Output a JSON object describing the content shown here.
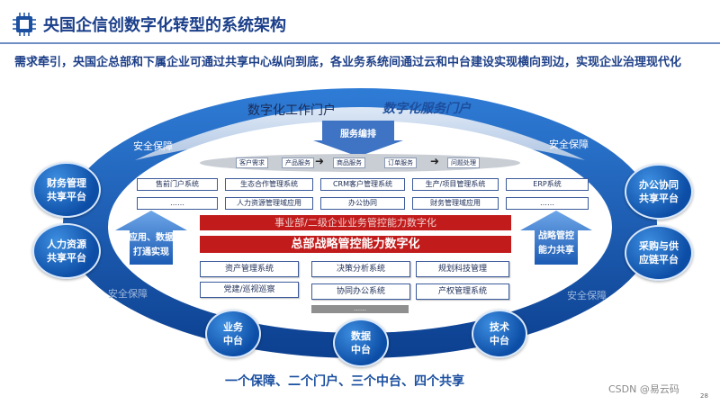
{
  "header": {
    "title": "央国企信创数字化转型的系统架构"
  },
  "intro": "需求牵引，央国企总部和下属企业可通过共享中心纵向到底，各业务系统间通过云和中台建设实现横向到边，实现企业治理现代化",
  "portals": {
    "work": "数字化工作门户",
    "service": "数字化服务门户"
  },
  "security": [
    "安全保障",
    "安全保障",
    "安全保障",
    "安全保障"
  ],
  "left_circles": [
    "财务管理\n共享平台",
    "人力资源\n共享平台"
  ],
  "right_circles": [
    "办公协同\n共享平台",
    "采购与供\n应链平台"
  ],
  "bottom_circles": [
    "业务\n中台",
    "数据\n中台",
    "技术\n中台"
  ],
  "service_orchestration": "服务编排",
  "flow_items": [
    "客户需求",
    "产品服务",
    "商品服务",
    "订单服务",
    "问题处理"
  ],
  "systems_row1": [
    "售前门户系统",
    "生态合作管理系统",
    "CRM客户管理系统",
    "生产/项目管理系统",
    "ERP系统"
  ],
  "systems_row2": [
    "……",
    "人力资源管理域应用",
    "办公协同",
    "财务管理域应用",
    "……"
  ],
  "red_bars": [
    "事业部/二级企业业务管控能力数字化",
    "总部战略管控能力数字化"
  ],
  "left_arrow": [
    "应用、数据",
    "打通实现"
  ],
  "right_arrow": [
    "战略管控",
    "能力共享"
  ],
  "center_boxes": [
    "资产管理系统",
    "决策分析系统",
    "规划科技管理",
    "党建/巡视巡察",
    "协同办公系统",
    "产权管理系统"
  ],
  "center_more": "……",
  "footer": "一个保障、二个门户、三个中台、四个共享",
  "watermark": "CSDN @易云码",
  "page_number": "28",
  "colors": {
    "brand": "#1b3f8a",
    "ring": "#0f4fa8",
    "red": "#c11b1b"
  }
}
